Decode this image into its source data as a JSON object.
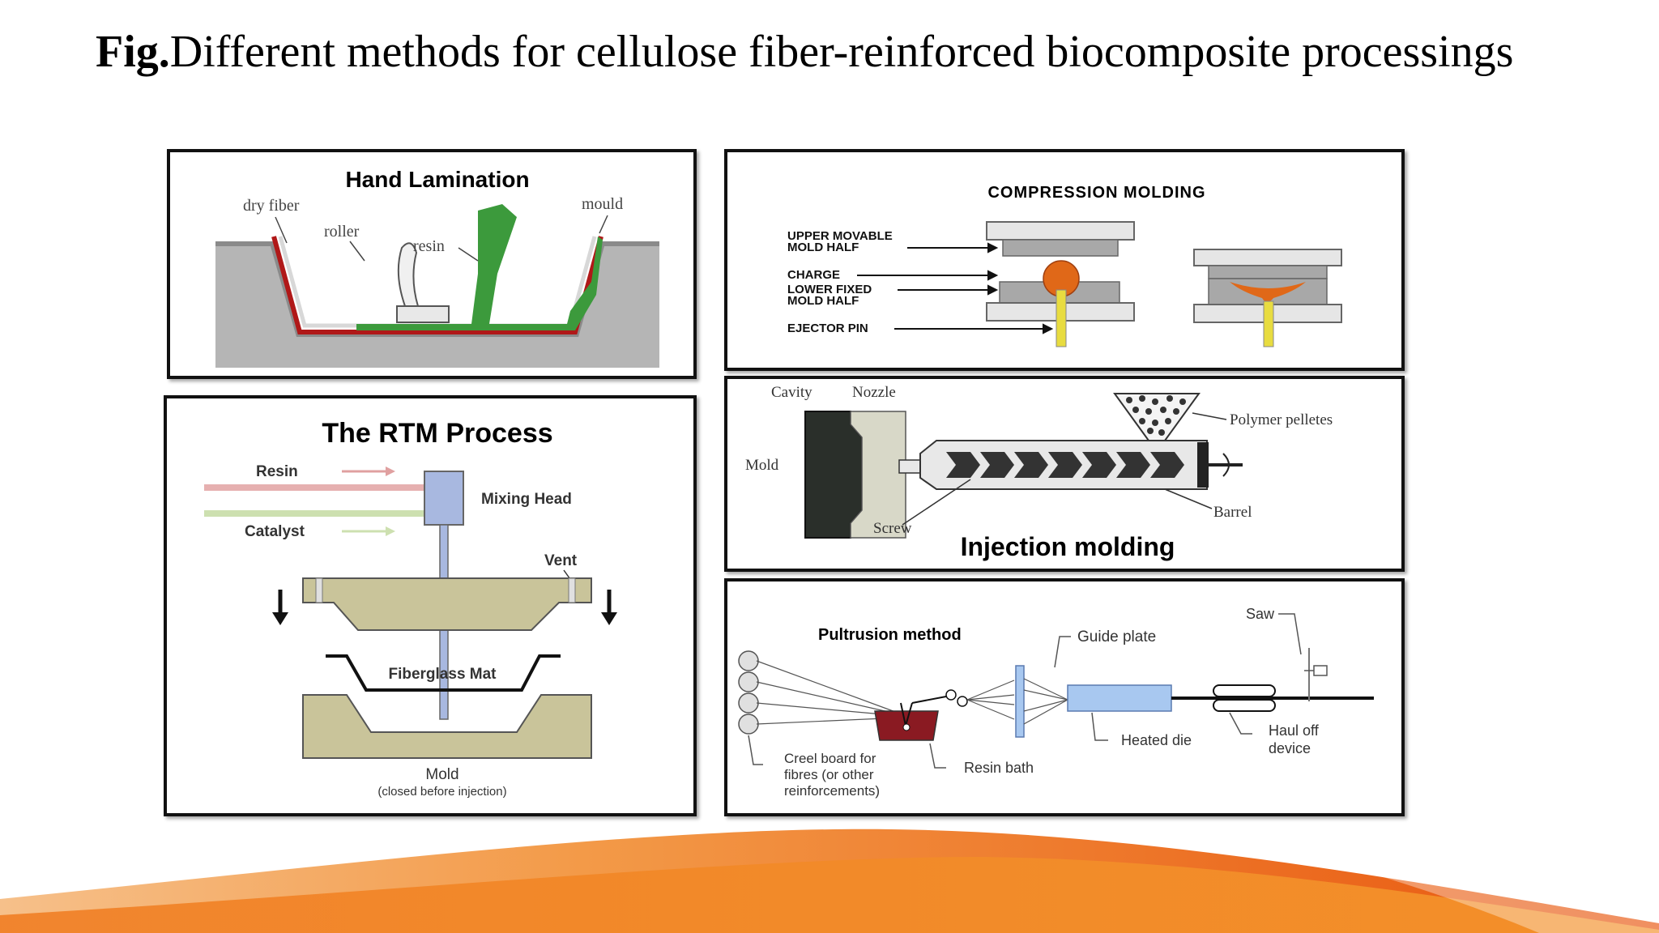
{
  "slide": {
    "title_prefix": "Fig.",
    "title_text": "Different methods for cellulose fiber-reinforced biocomposite processings"
  },
  "hand_lamination": {
    "title": "Hand Lamination",
    "labels": {
      "dry_fiber": "dry fiber",
      "roller": "roller",
      "resin": "resin",
      "mould": "mould"
    }
  },
  "compression_molding": {
    "title": "COMPRESSION MOLDING",
    "labels": {
      "upper_1": "UPPER MOVABLE",
      "upper_2": "MOLD HALF",
      "charge": "CHARGE",
      "lower_1": "LOWER FIXED",
      "lower_2": "MOLD HALF",
      "ejector": "EJECTOR PIN"
    }
  },
  "rtm": {
    "title": "The RTM Process",
    "labels": {
      "resin": "Resin",
      "catalyst": "Catalyst",
      "mixing_head": "Mixing Head",
      "vent": "Vent",
      "fiberglass_mat": "Fiberglass Mat",
      "mold": "Mold",
      "mold_note": "(closed before injection)"
    }
  },
  "injection_molding": {
    "title": "Injection molding",
    "labels": {
      "cavity": "Cavity",
      "nozzle": "Nozzle",
      "mold": "Mold",
      "polymer_pellets": "Polymer pelletes",
      "barrel": "Barrel",
      "screw": "Screw"
    }
  },
  "pultrusion": {
    "title": "Pultrusion method",
    "labels": {
      "guide_plate": "Guide plate",
      "saw": "Saw",
      "heated_die": "Heated die",
      "haul_1": "Haul off",
      "haul_2": "device",
      "creel_1": "Creel board for",
      "creel_2": "fibres (or other",
      "creel_3": "reinforcements)",
      "resin_bath": "Resin bath"
    }
  },
  "colors": {
    "accent_orange": "#f07a1e",
    "laminate_green": "#3c9a3c",
    "mould_gray": "#b5b5b5",
    "mold_tan": "#c9c49a",
    "die_blue": "#a8c8f0"
  }
}
